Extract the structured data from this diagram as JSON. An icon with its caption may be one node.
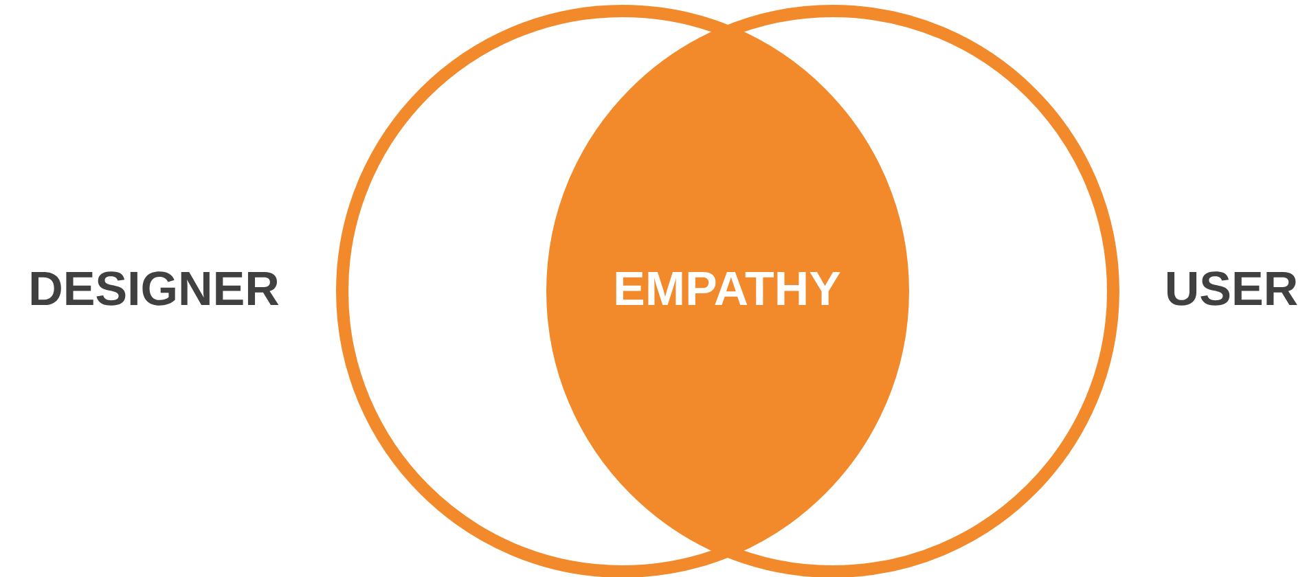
{
  "diagram": {
    "nodes": [
      {
        "text": [
          "DESIGNER"
        ]
      },
      {
        "text": [
          "USER"
        ]
      },
      {
        "text": [
          "EMPATHY"
        ]
      }
    ]
  }
}
